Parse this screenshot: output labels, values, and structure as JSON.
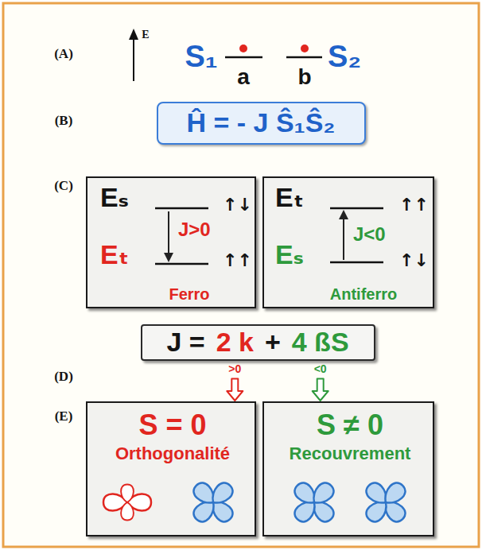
{
  "diagram": {
    "nodes": [
      {
        "text": [
          "Ĥ = - J Ŝ₁Ŝ₂"
        ]
      },
      {
        "text": [
          "Eₛ",
          "Eₜ",
          "J>0",
          "↑↓",
          "↑↑",
          "Ferro"
        ]
      },
      {
        "text": [
          "Eₜ",
          "Eₛ",
          "J<0",
          "↑↑",
          "↑↓",
          "Antiferro"
        ]
      },
      {
        "text": [
          "J =",
          "2 k",
          "+",
          "4 ßS",
          ">0",
          "<0"
        ]
      },
      {
        "text": [
          "S = 0",
          "Orthogonalité"
        ]
      },
      {
        "text": [
          "S ≠ 0",
          "Recouvrement"
        ]
      }
    ],
    "edges": [
      {
        "from": 3,
        "to": 4,
        "arrow": "to"
      },
      {
        "from": 3,
        "to": 5,
        "arrow": "to"
      }
    ],
    "labels": [
      "(A)",
      "E",
      "S₁",
      "a",
      "b",
      "S₂",
      "(B)",
      "(C)",
      "(D)",
      "(E)"
    ]
  }
}
